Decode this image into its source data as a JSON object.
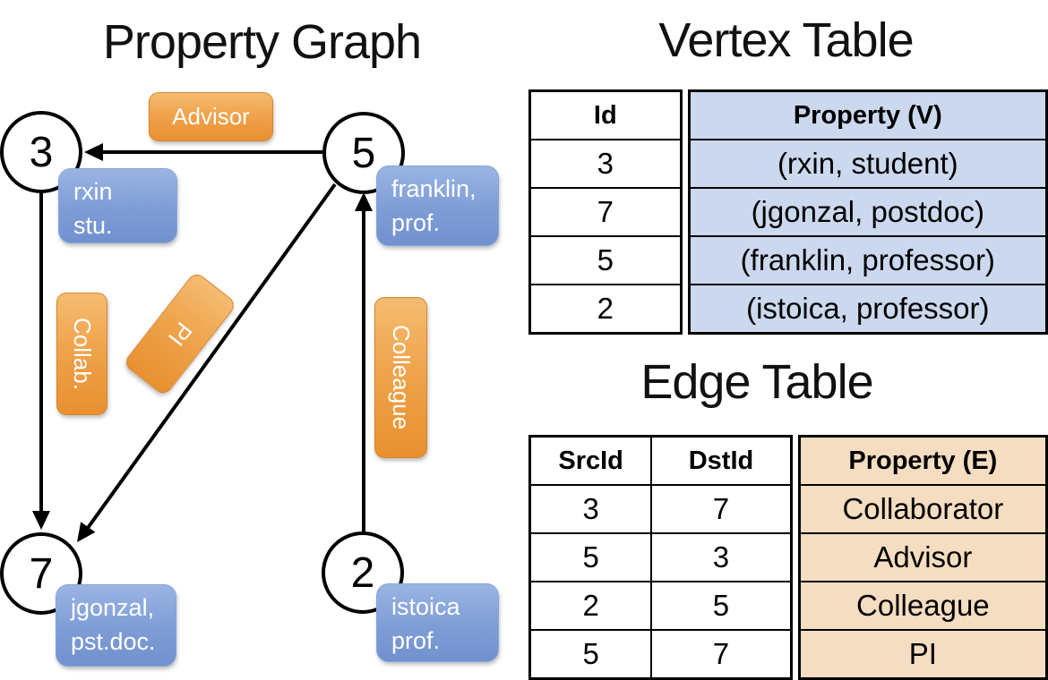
{
  "graph": {
    "title": "Property Graph",
    "nodes": [
      {
        "id": "3",
        "prop_line1": "rxin",
        "prop_line2": "stu."
      },
      {
        "id": "5",
        "prop_line1": "franklin,",
        "prop_line2": "prof."
      },
      {
        "id": "7",
        "prop_line1": "jgonzal,",
        "prop_line2": "pst.doc."
      },
      {
        "id": "2",
        "prop_line1": "istoica",
        "prop_line2": "prof."
      }
    ],
    "edge_labels": [
      {
        "label": "Advisor"
      },
      {
        "label": "Collab."
      },
      {
        "label": "PI"
      },
      {
        "label": "Colleague"
      }
    ]
  },
  "vertex_table": {
    "title": "Vertex Table",
    "headers": [
      "Id",
      "Property (V)"
    ],
    "rows": [
      [
        "3",
        "(rxin, student)"
      ],
      [
        "7",
        "(jgonzal, postdoc)"
      ],
      [
        "5",
        "(franklin, professor)"
      ],
      [
        "2",
        "(istoica, professor)"
      ]
    ]
  },
  "edge_table": {
    "title": "Edge Table",
    "headers": [
      "SrcId",
      "DstId",
      "Property (E)"
    ],
    "rows": [
      [
        "3",
        "7",
        "Collaborator"
      ],
      [
        "5",
        "3",
        "Advisor"
      ],
      [
        "2",
        "5",
        "Colleague"
      ],
      [
        "5",
        "7",
        "PI"
      ]
    ]
  },
  "colors": {
    "vertex_cell_bg": "#CBD8EE",
    "edge_cell_bg": "#F5DDC1",
    "vertex_box_blue_top": "#9AB4E3",
    "vertex_box_blue_bottom": "#7191CF",
    "edge_label_orange_top": "#F5BC72",
    "edge_label_orange_bottom": "#E89030",
    "line_color": "#000000"
  }
}
